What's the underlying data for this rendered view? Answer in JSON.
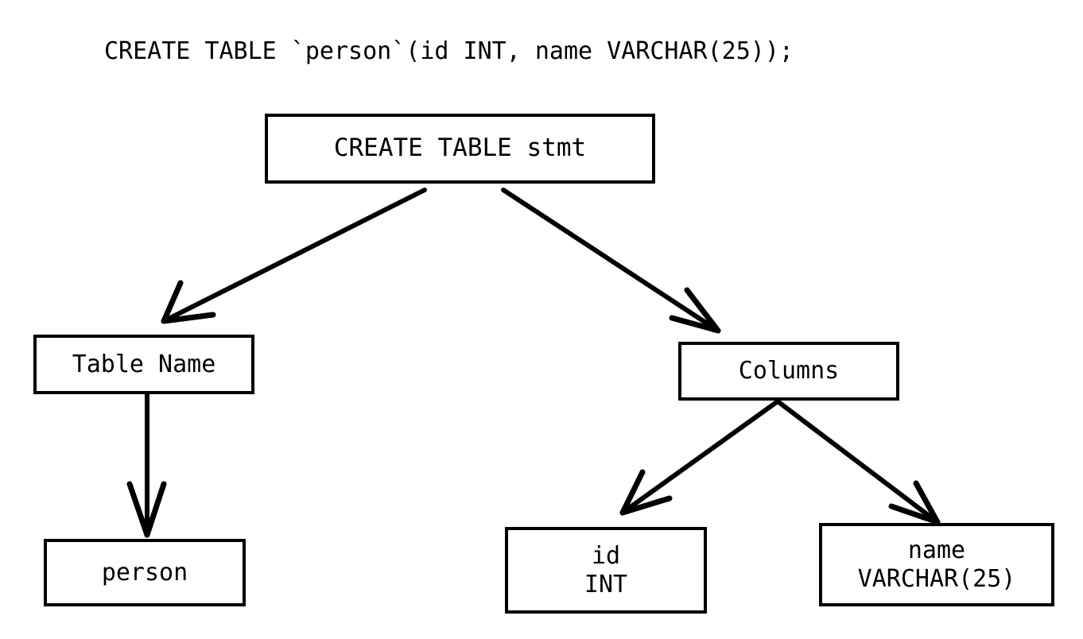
{
  "diagram": {
    "title": "CREATE TABLE `person`(id INT, name VARCHAR(25));",
    "type": "parse-tree",
    "background_color": "#ffffff",
    "stroke_color": "#000000",
    "nodes": [
      {
        "id": "root",
        "label": "CREATE TABLE stmt",
        "lines": [
          "CREATE TABLE stmt"
        ]
      },
      {
        "id": "tablename",
        "label": "Table Name",
        "lines": [
          "Table Name"
        ]
      },
      {
        "id": "columns",
        "label": "Columns",
        "lines": [
          "Columns"
        ]
      },
      {
        "id": "person",
        "label": "person",
        "lines": [
          "person"
        ]
      },
      {
        "id": "id",
        "label": "id INT",
        "lines": [
          "id",
          "INT"
        ]
      },
      {
        "id": "name",
        "label": "name VARCHAR(25)",
        "lines": [
          "name",
          "VARCHAR(25)"
        ]
      }
    ],
    "edges": [
      {
        "from": "root",
        "to": "tablename",
        "style": "open-arrow"
      },
      {
        "from": "root",
        "to": "columns",
        "style": "open-arrow"
      },
      {
        "from": "tablename",
        "to": "person",
        "style": "open-arrow"
      },
      {
        "from": "columns",
        "to": "id",
        "style": "open-arrow"
      },
      {
        "from": "columns",
        "to": "name",
        "style": "open-arrow"
      }
    ]
  }
}
